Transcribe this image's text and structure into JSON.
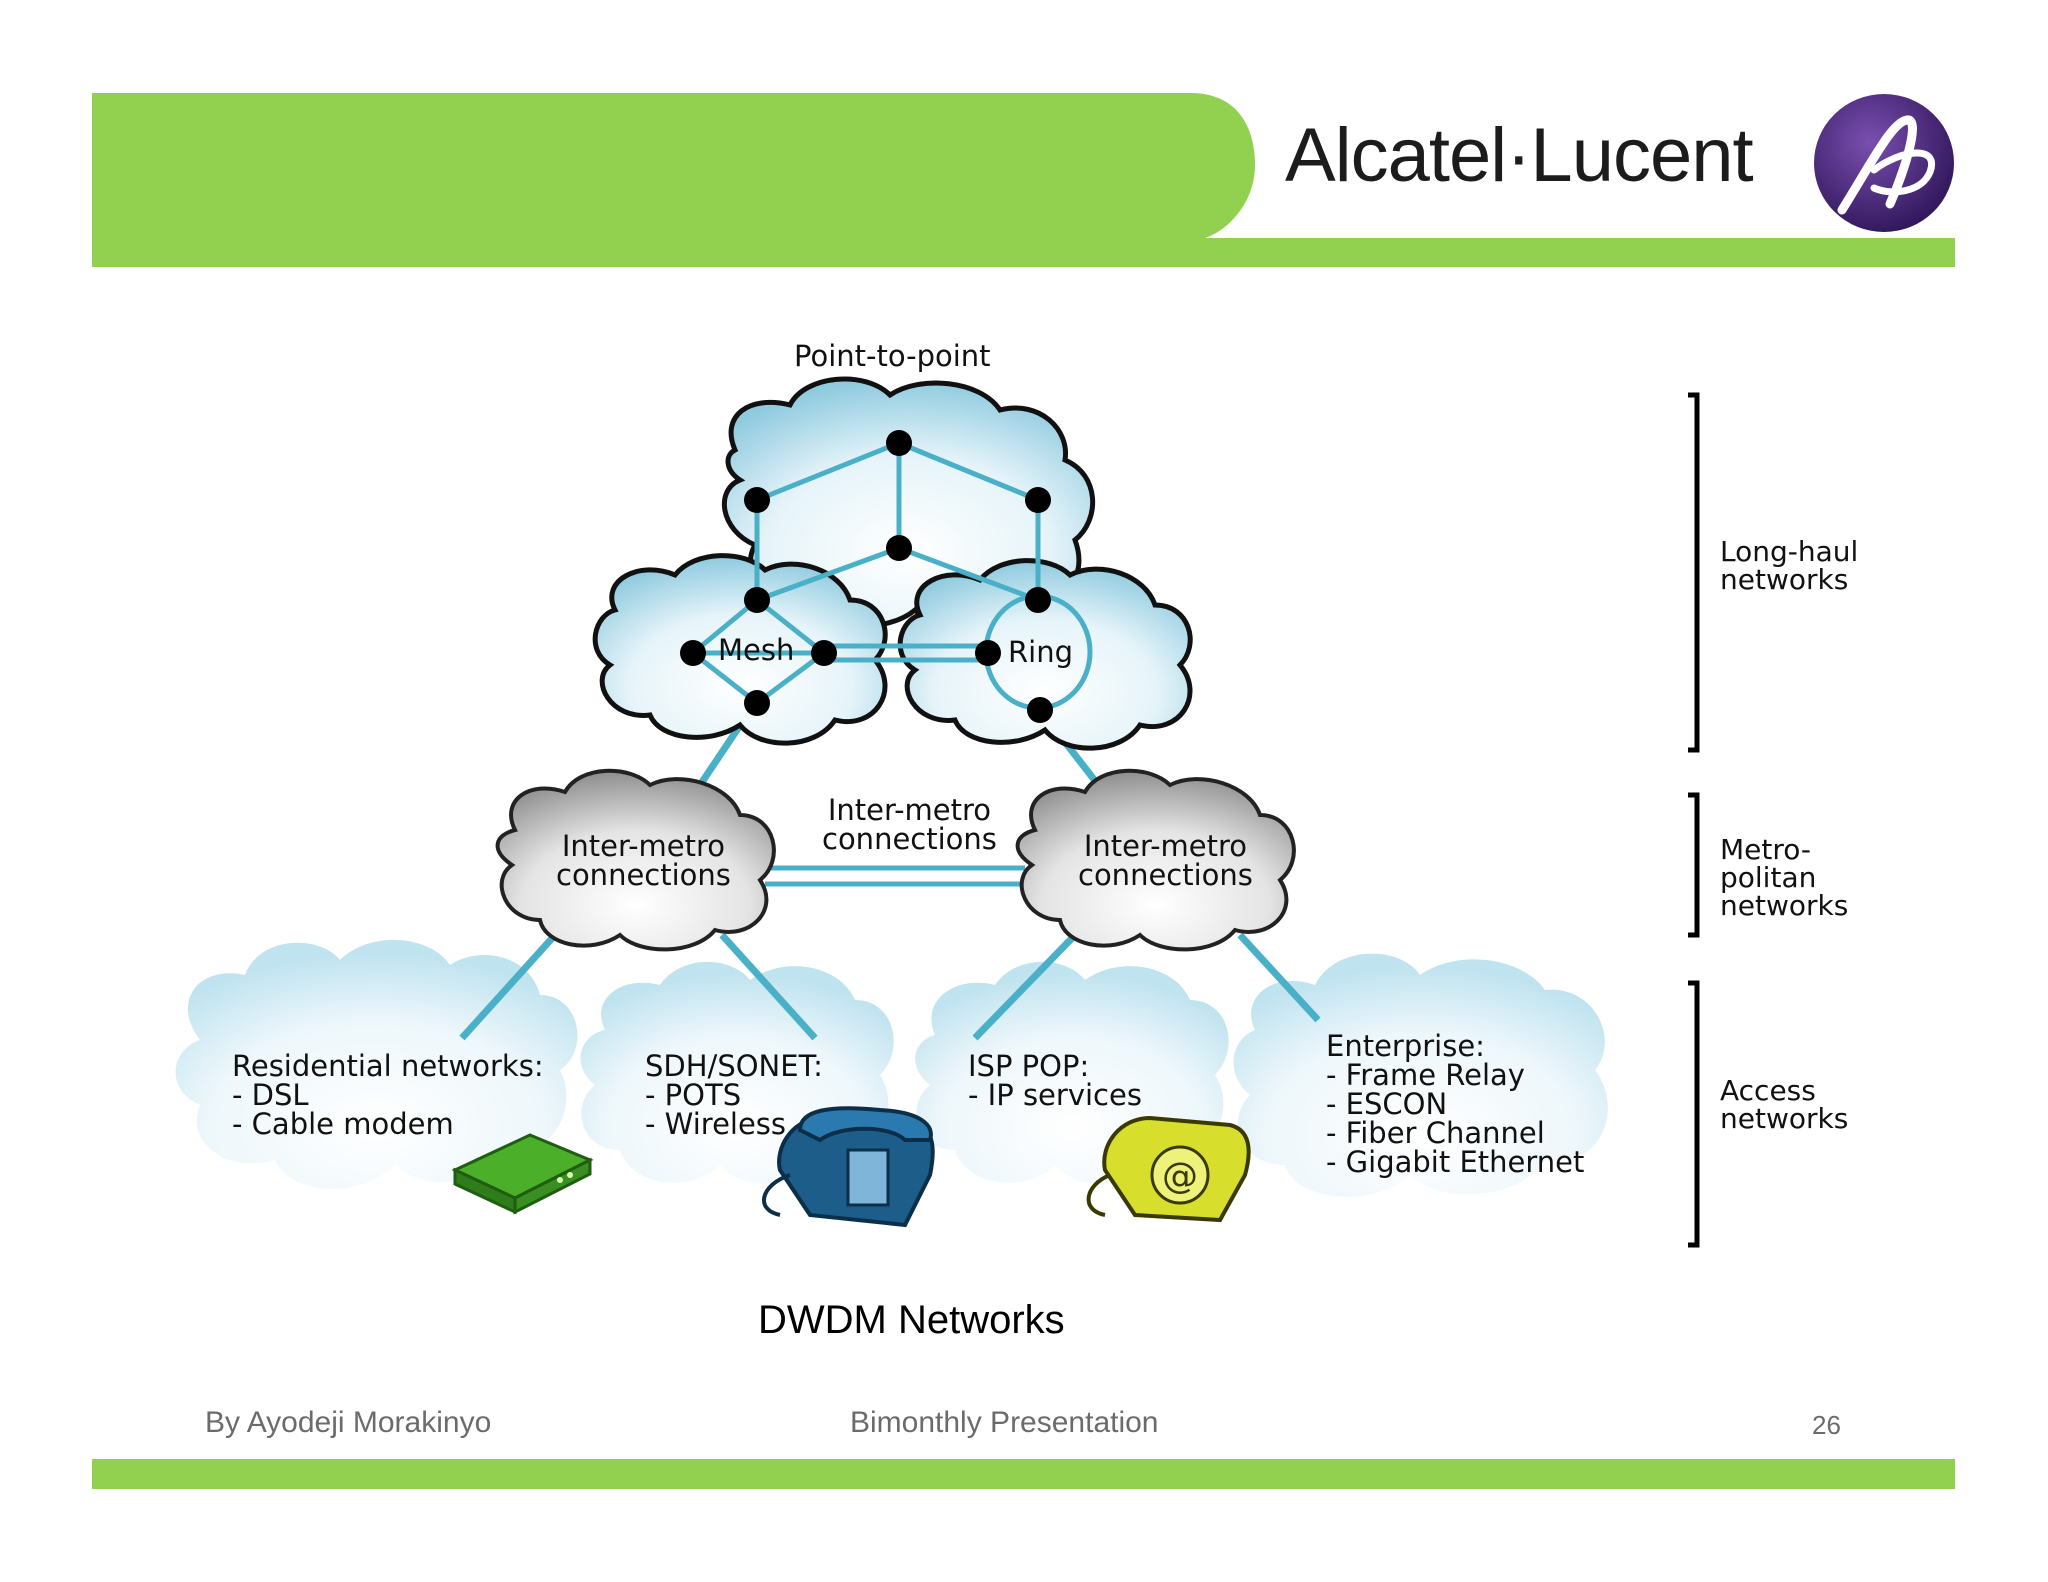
{
  "brand": {
    "name": "Alcatel·Lucent",
    "logo_icon": "alcatel-lucent-logo-icon"
  },
  "colors": {
    "accent_green": "#92d050",
    "cloud_blue": "#bfe3ef",
    "cloud_gray": "#a9a9a9",
    "link_blue": "#4ab0c8",
    "logo_purple": "#4a2a7a"
  },
  "diagram": {
    "top_label": "Point-to-point",
    "mesh_label": "Mesh",
    "ring_label": "Ring",
    "metro_left": "Inter-metro\nconnections",
    "metro_mid": "Inter-metro\nconnections",
    "metro_right": "Inter-metro\nconnections",
    "residential": "Residential networks:\n- DSL\n- Cable modem",
    "sdh": "SDH/SONET:\n- POTS\n- Wireless",
    "isp": "ISP POP:\n- IP services",
    "enterprise": "Enterprise:\n- Frame Relay\n- ESCON\n- Fiber Channel\n- Gigabit Ethernet",
    "tier_longhaul": "Long-haul\nnetworks",
    "tier_metro": "Metro-\npolitan\nnetworks",
    "tier_access": "Access\nnetworks"
  },
  "caption": "DWDM Networks",
  "footer": {
    "author": "By Ayodeji Morakinyo",
    "event": "Bimonthly Presentation",
    "page": "26"
  }
}
